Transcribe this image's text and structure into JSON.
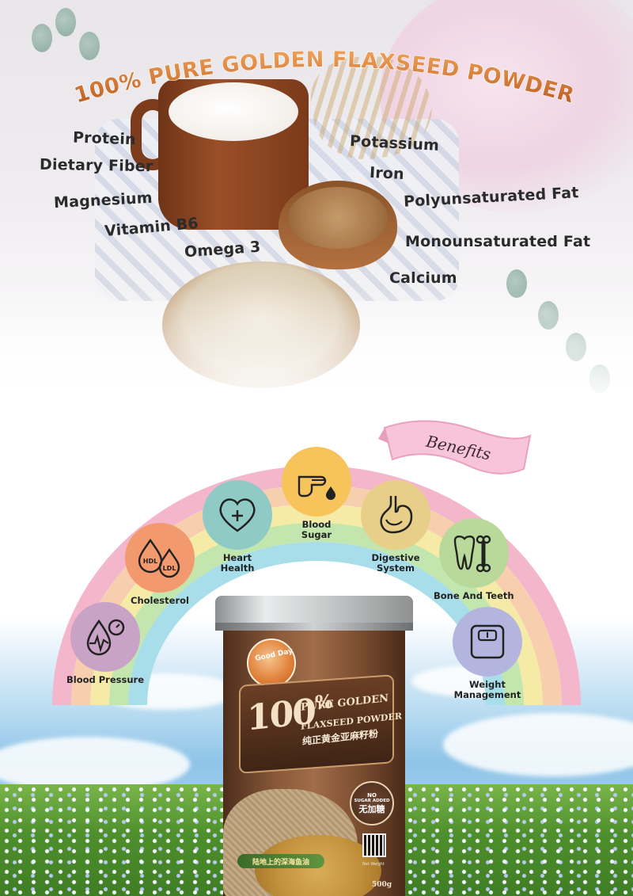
{
  "headline": "100% PURE GOLDEN FLAXSEED POWDER",
  "nutrients": {
    "protein": "Protein",
    "dietary_fiber": "Dietary Fiber",
    "magnesium": "Magnesium",
    "vitamin_b6": "Vitamin B6",
    "omega_3": "Omega 3",
    "potassium": "Potassium",
    "iron": "Iron",
    "polyunsaturated_fat": "Polyunsaturated Fat",
    "monounsaturated_fat": "Monounsaturated Fat",
    "calcium": "Calcium"
  },
  "banner": "Benefits",
  "benefits": {
    "blood_pressure": "Blood Pressure",
    "cholesterol": "Cholesterol",
    "cholesterol_hdl": "HDL",
    "cholesterol_ldl": "LDL",
    "heart_health_1": "Heart",
    "heart_health_2": "Health",
    "blood_sugar_1": "Blood",
    "blood_sugar_2": "Sugar",
    "digestive_1": "Digestive",
    "digestive_2": "System",
    "bone_teeth": "Bone And Teeth",
    "weight_1": "Weight",
    "weight_2": "Management"
  },
  "product": {
    "brand": "Good Day",
    "big_number": "100",
    "percent": "%",
    "line1": "PURE GOLDEN",
    "line2": "FLAXSEED POWDER",
    "chinese_name": "纯正黄金亚麻籽粉",
    "badge_no": "NO",
    "badge_sugar": "SUGAR ADDED",
    "badge_cn": "无加糖",
    "strip": "陆地上的深海鱼油",
    "net_weight_label": "Net Weight",
    "weight": "500g"
  },
  "colors": {
    "headline_orange": "#c96a2a",
    "blood_pressure": "#c9a3c6",
    "cholesterol": "#f29a6e",
    "heart": "#8fcbc4",
    "blood_sugar": "#f6c45b",
    "digestive": "#e7cf89",
    "bone": "#b8d99a",
    "weight": "#b3b5de"
  }
}
